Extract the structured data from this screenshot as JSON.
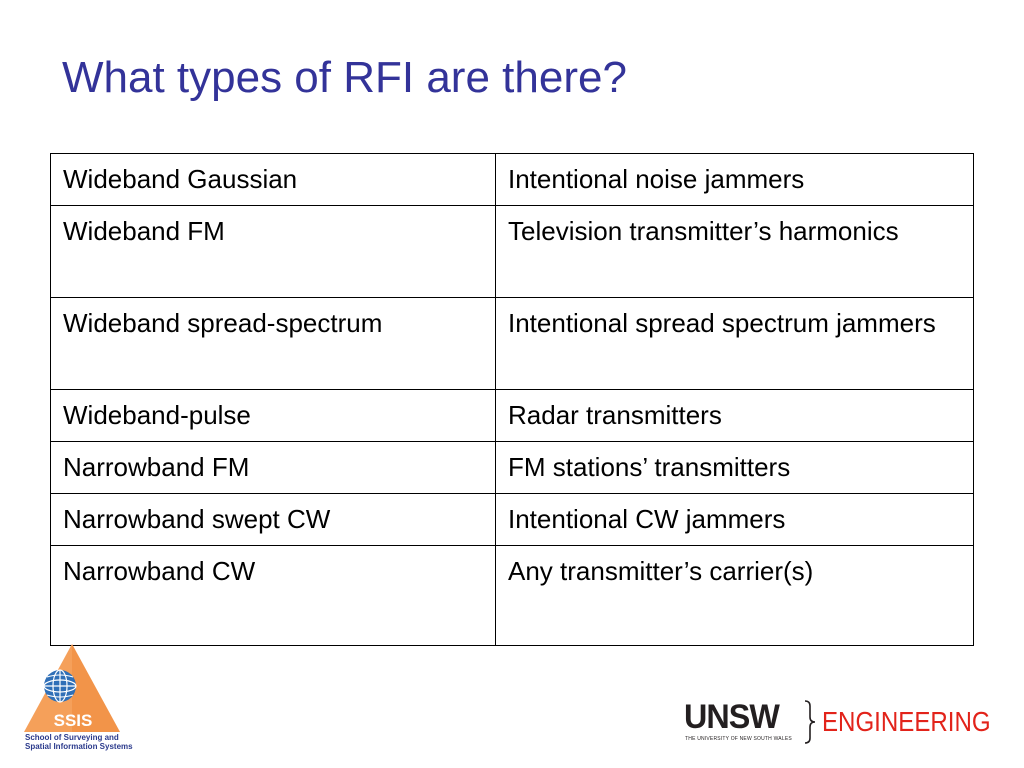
{
  "slide": {
    "title": "What types of RFI are there?",
    "table": {
      "rows": [
        {
          "type": "Wideband Gaussian",
          "source": "Intentional noise jammers"
        },
        {
          "type": "Wideband FM",
          "source": "Television transmitter’s harmonics"
        },
        {
          "type": "Wideband spread-spectrum",
          "source": "Intentional spread spectrum jammers"
        },
        {
          "type": "Wideband-pulse",
          "source": "Radar transmitters"
        },
        {
          "type": "Narrowband FM",
          "source": "FM stations’ transmitters"
        },
        {
          "type": "Narrowband swept CW",
          "source": "Intentional CW jammers"
        },
        {
          "type": "Narrowband CW",
          "source": "Any transmitter’s carrier(s)"
        }
      ]
    }
  },
  "logos": {
    "ssis": {
      "acronym": "SSIS",
      "caption_line1": "School of Surveying and",
      "caption_line2": "Spatial Information Systems"
    },
    "unsw": {
      "wordmark": "UNSW",
      "subtext": "THE UNIVERSITY OF NEW SOUTH WALES",
      "faculty": "ENGINEERING"
    }
  },
  "colors": {
    "title": "#333399",
    "ssis_orange": "#f5a05a",
    "globe_blue": "#2f6fb7",
    "engineering_red": "#e2231a"
  }
}
